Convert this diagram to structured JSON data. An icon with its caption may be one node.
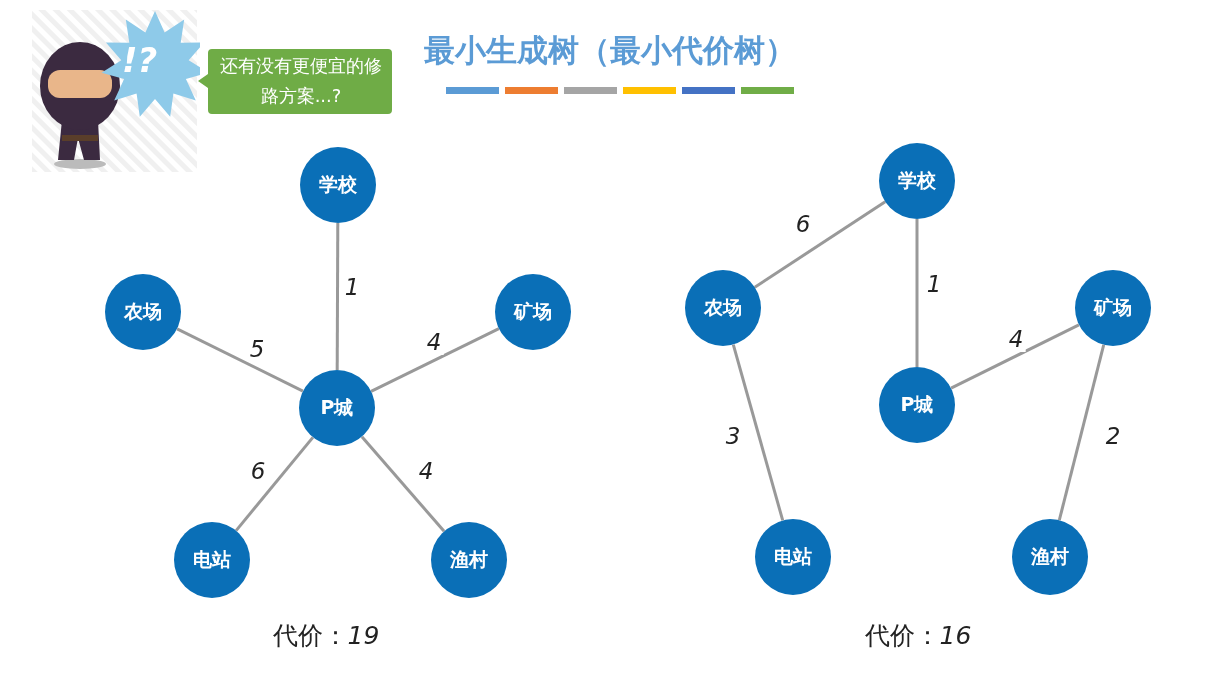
{
  "diagram": {
    "title": "最小生成树（最小代价树）",
    "nodes": [
      {
        "text": [
          "!?"
        ]
      },
      {
        "text": [
          "还有没有更便宜的修路方案...?"
        ]
      },
      {
        "text": [
          "学校"
        ]
      },
      {
        "text": [
          "农场"
        ]
      },
      {
        "text": [
          "矿场"
        ]
      },
      {
        "text": [
          "P城"
        ]
      },
      {
        "text": [
          "电站"
        ]
      },
      {
        "text": [
          "渔村"
        ]
      },
      {
        "text": [
          "学校"
        ]
      },
      {
        "text": [
          "农场"
        ]
      },
      {
        "text": [
          "矿场"
        ]
      },
      {
        "text": [
          "P城"
        ]
      },
      {
        "text": [
          "电站"
        ]
      },
      {
        "text": [
          "渔村"
        ]
      }
    ],
    "edges": [
      {
        "from": 5,
        "to": 2,
        "arrow": "none",
        "label": "1"
      },
      {
        "from": 5,
        "to": 3,
        "arrow": "none",
        "label": "5"
      },
      {
        "from": 5,
        "to": 4,
        "arrow": "none",
        "label": "4"
      },
      {
        "from": 5,
        "to": 6,
        "arrow": "none",
        "label": "6"
      },
      {
        "from": 5,
        "to": 7,
        "arrow": "none",
        "label": "4"
      },
      {
        "from": 8,
        "to": 9,
        "arrow": "none",
        "label": "6"
      },
      {
        "from": 8,
        "to": 11,
        "arrow": "none",
        "label": "1"
      },
      {
        "from": 11,
        "to": 10,
        "arrow": "none",
        "label": "4"
      },
      {
        "from": 9,
        "to": 12,
        "arrow": "none",
        "label": "3"
      },
      {
        "from": 10,
        "to": 13,
        "arrow": "none",
        "label": "2"
      }
    ],
    "labels": [
      "代价：*19*",
      "代价：*16*"
    ]
  }
}
